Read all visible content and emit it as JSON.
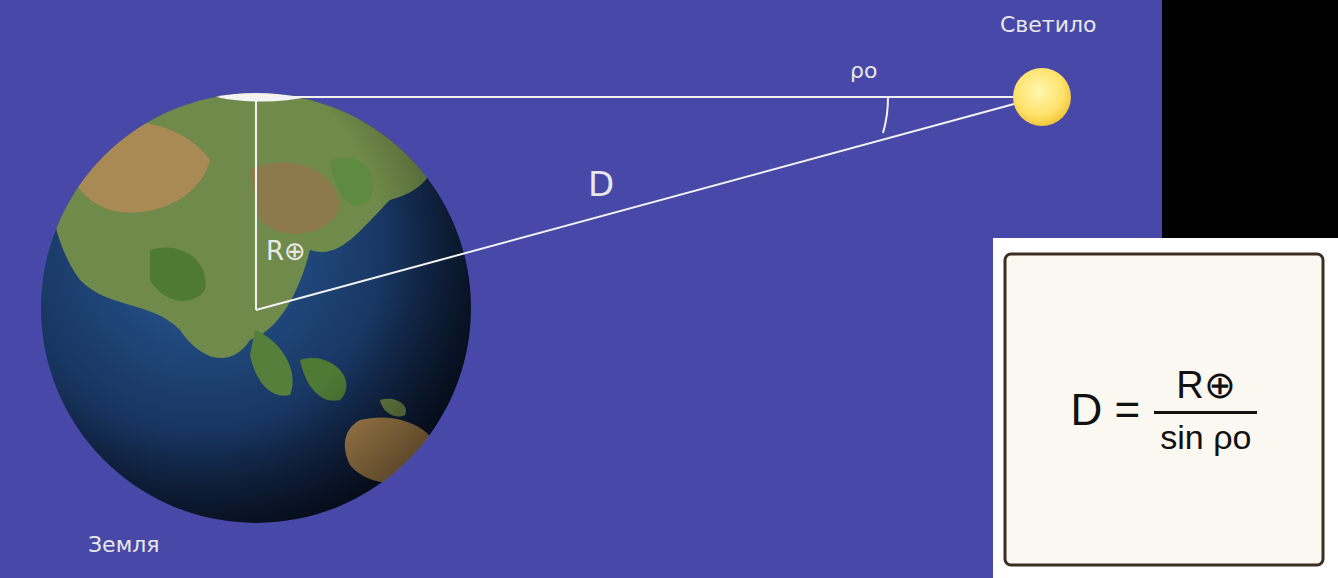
{
  "diagram": {
    "nodes": [
      {
        "text": [
          "D =",
          "R⊕",
          "sin ρo"
        ]
      }
    ],
    "labels": [
      "Светило",
      "Земля",
      "R⊕",
      "ρo",
      "D"
    ]
  }
}
